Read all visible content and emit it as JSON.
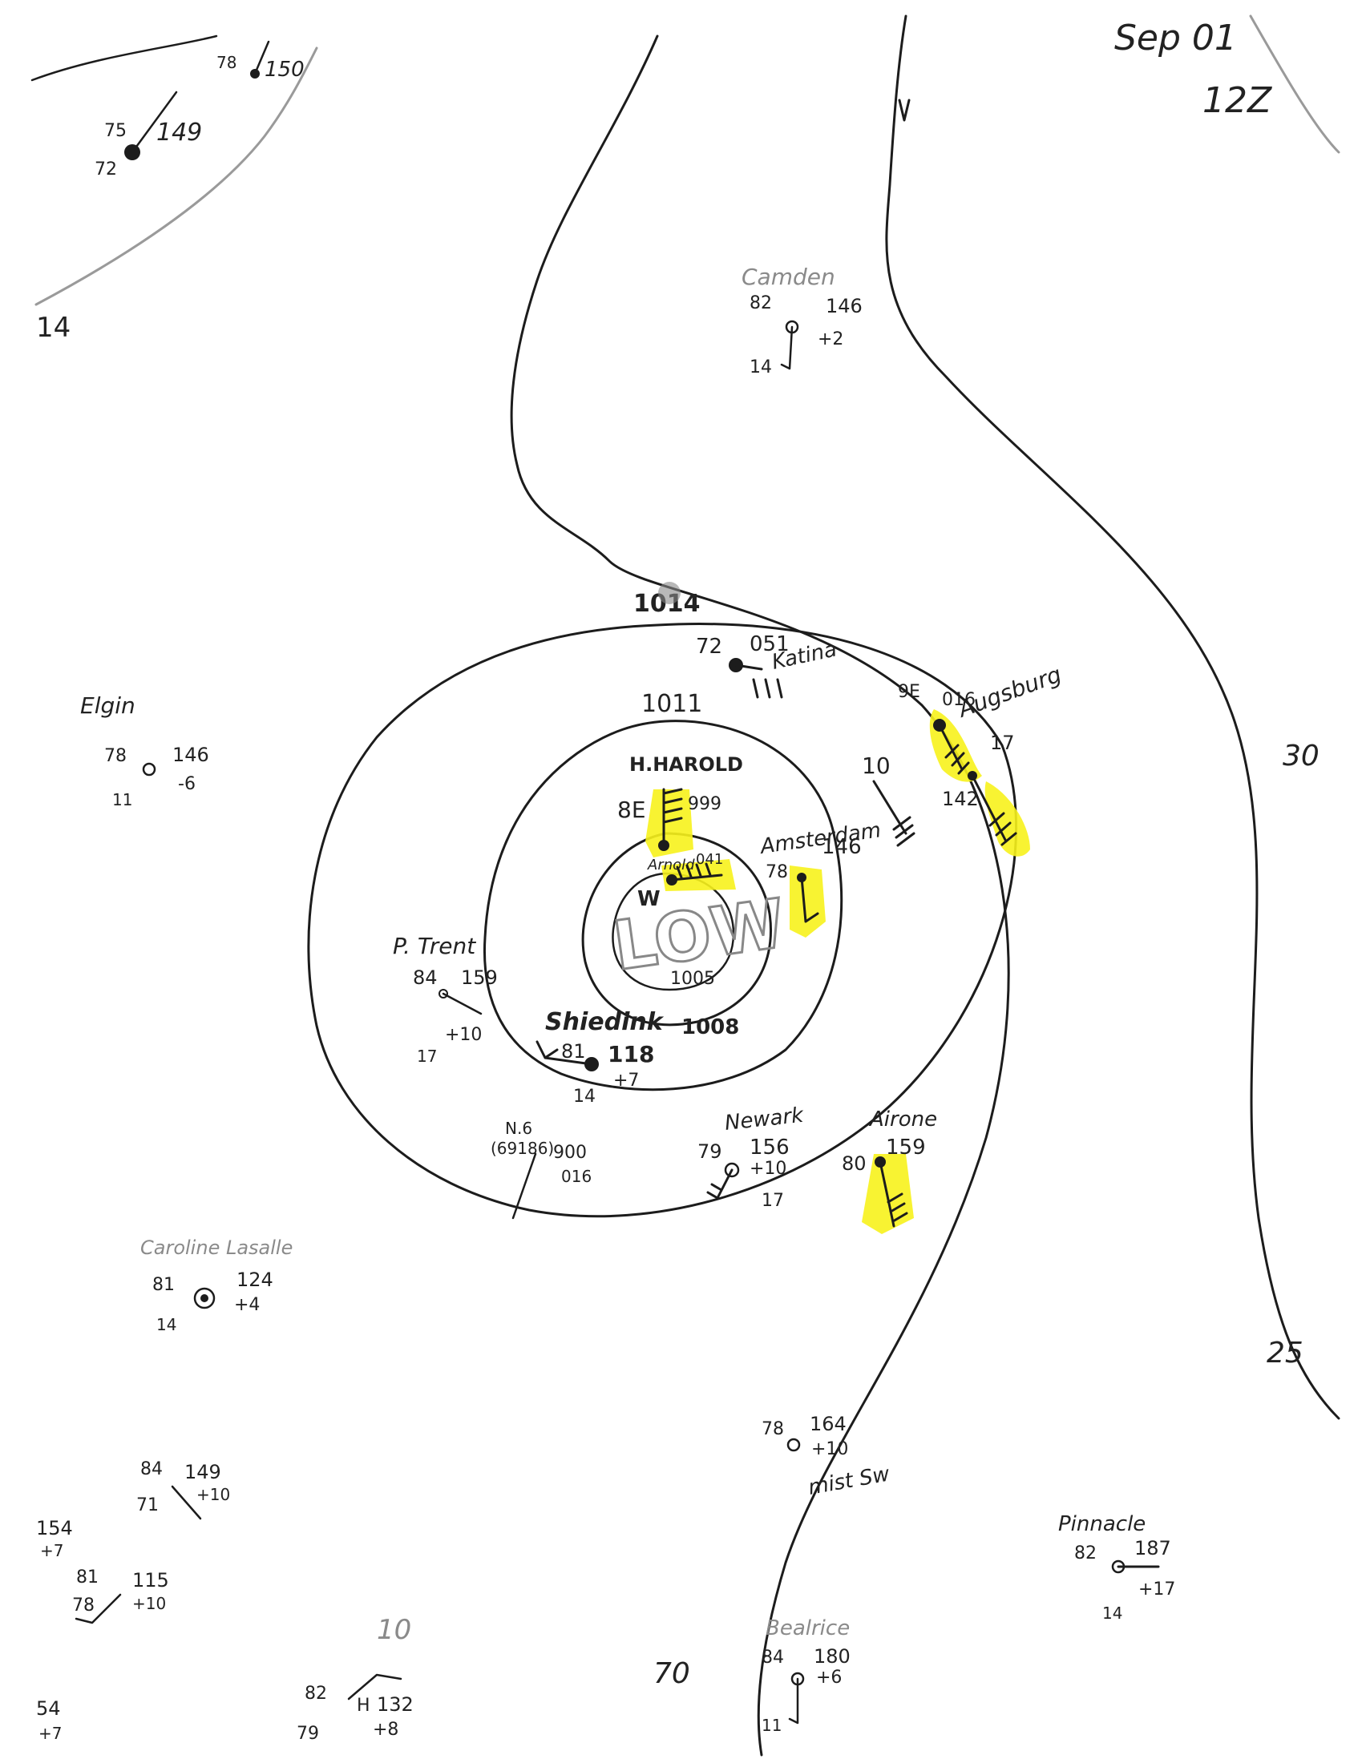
{
  "header": {
    "date": "Sep 01",
    "time": "12Z"
  },
  "isobars": [
    {
      "label": "1014"
    },
    {
      "label": "1011"
    },
    {
      "label": "1008"
    },
    {
      "label": "1005"
    }
  ],
  "center_label": "LOW",
  "latitudes": [
    {
      "label": "30"
    },
    {
      "label": "25"
    }
  ],
  "faint_labels": {
    "isotherm_70": "70",
    "isotherm_10": "10",
    "left_edge": "14"
  },
  "stations": {
    "katina": {
      "name": "Katina",
      "temp": "72",
      "pressure": "051"
    },
    "h_harold": {
      "name": "H.HAROLD",
      "sub": "8E",
      "pressure": "999"
    },
    "arnold": {
      "name": "Arnold",
      "pressure": "041"
    },
    "amsterdam": {
      "name": "Amsterdam",
      "temp": "78",
      "pressure": "146"
    },
    "augsburg": {
      "name": "Augsburg",
      "sub": "9E",
      "pressure": "016",
      "vis": "17"
    },
    "augsburg2": {
      "pressure": "142"
    },
    "ship_10": {
      "value": "10"
    },
    "p_trent": {
      "name": "P. Trent",
      "temp": "84",
      "pressure": "159",
      "tendency": "+10",
      "dew": "17"
    },
    "shiedink": {
      "name": "Shiedink",
      "temp": "81",
      "pressure": "118",
      "tendency": "+7",
      "dew": "14"
    },
    "n6": {
      "name": "N.6",
      "id": "(69186)",
      "pressure": "900",
      "tendency": "016"
    },
    "newark": {
      "name": "Newark",
      "temp": "79",
      "pressure": "156",
      "tendency": "+10",
      "dew": "17"
    },
    "airone": {
      "name": "Airone",
      "temp": "80",
      "pressure": "159"
    },
    "camden": {
      "name": "Camden",
      "temp": "82",
      "pressure": "146",
      "tendency": "+2",
      "dew": "14"
    },
    "elgin": {
      "name": "Elgin",
      "temp": "78",
      "pressure": "146",
      "tendency": "-6",
      "dew": "11"
    },
    "caroline": {
      "name": "Caroline Lasalle",
      "temp": "81",
      "pressure": "124",
      "tendency": "+4",
      "dew": "14"
    },
    "mist": {
      "temp": "78",
      "pressure": "164",
      "tendency": "+10",
      "note": "mist Sw"
    },
    "pinnacle": {
      "name": "Pinnacle",
      "temp": "82",
      "pressure": "187",
      "tendency": "+17",
      "dew": "14"
    },
    "bealrice": {
      "name": "Bealrice",
      "temp": "84",
      "pressure": "180",
      "tendency": "+6",
      "dew": "11"
    },
    "top_left_a": {
      "temp": "78",
      "pressure": "150"
    },
    "top_left_b": {
      "temp": "75",
      "pressure": "149",
      "dew": "72"
    },
    "bottom_left_a": {
      "temp": "84",
      "pressure": "149",
      "tendency": "+10",
      "dew": "71"
    },
    "bottom_left_b": {
      "temp": "81",
      "pressure": "115",
      "tendency": "+10",
      "dew": "78"
    },
    "bottom_left_c": {
      "value": "154",
      "sub": "+7"
    },
    "bottom_center": {
      "temp": "82",
      "pressure": "132",
      "tendency": "+8",
      "dew": "79",
      "mark": "H"
    },
    "bottom_corner": {
      "value": "54",
      "sub": "+7"
    }
  }
}
